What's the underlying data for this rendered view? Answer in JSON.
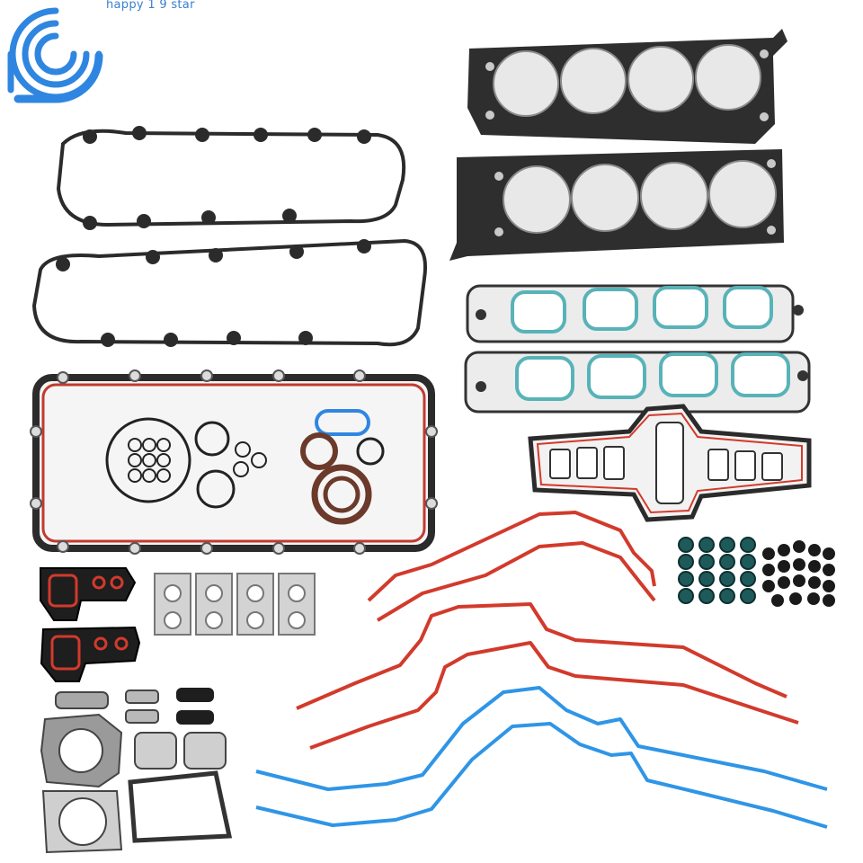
{
  "watermark": {
    "text": "happy 1 9 star"
  },
  "colors": {
    "blue": "#2f86e0",
    "red": "#d23a2c",
    "gasket": "#2b2b2b",
    "metal": "#c9c9c9",
    "seal_teal": "#7fc6c8"
  },
  "parts": [
    "brand-logo-icon",
    "head-gasket",
    "valve-cover-gasket",
    "intake-manifold-gasket",
    "oil-pan-gasket",
    "upper-intake-gasket",
    "timing-cover-gasket-red",
    "timing-cover-gasket-blue",
    "valve-stem-seals",
    "exhaust-manifold-gasket",
    "small-gaskets"
  ]
}
